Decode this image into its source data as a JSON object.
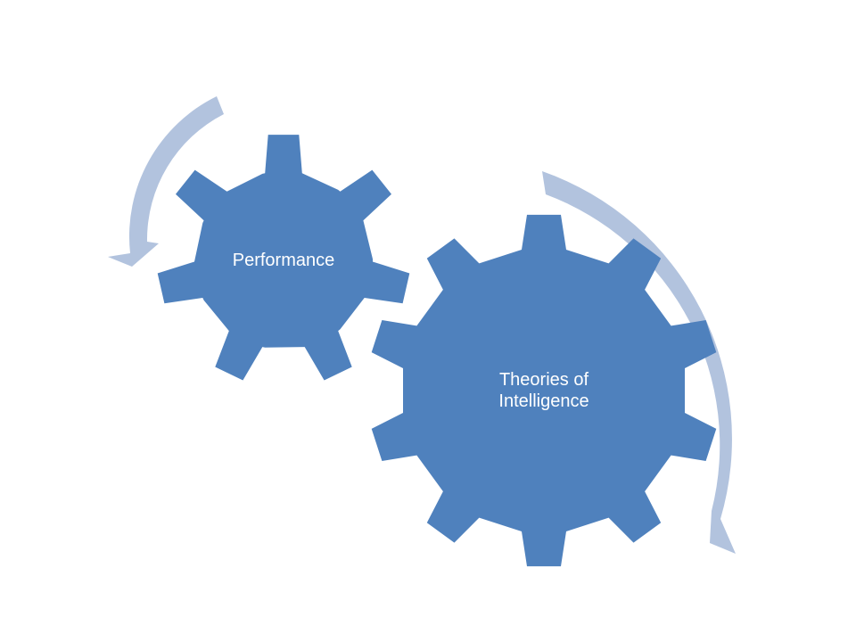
{
  "diagram": {
    "gears": [
      {
        "id": "small",
        "label": "Performance"
      },
      {
        "id": "large",
        "label": "Theories of Intelligence"
      }
    ],
    "colors": {
      "gear_fill": "#4f81bd",
      "arrow_fill": "#b2c3de",
      "text": "#ffffff"
    }
  }
}
